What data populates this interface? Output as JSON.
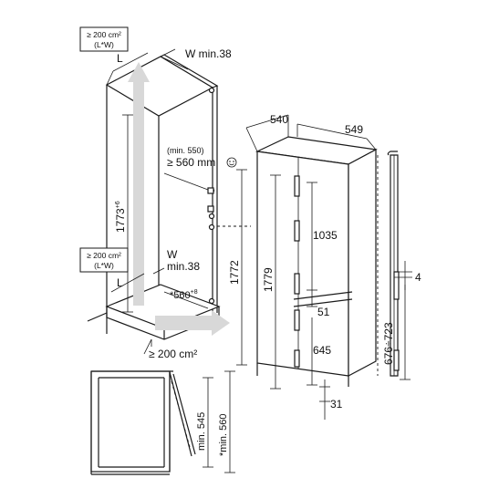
{
  "vent_top": {
    "line1": "≥ 200 cm²",
    "line2": "(L*W)"
  },
  "vent_mid": {
    "line1": "≥ 200 cm²",
    "line2": "(L*W)"
  },
  "vent_bottom": "≥ 200 cm²",
  "dim_L_top": "L",
  "dim_L_mid": "L",
  "dim_W_top": "W min.38",
  "dim_W_mid_1": "W",
  "dim_W_mid_2": "min.38",
  "dim_niche_height": "1773",
  "dim_niche_height_tol": "+6",
  "dim_depth_min_small": "(min. 550)",
  "dim_depth_min": "≥ 560 mm",
  "dim_niche_depth": "*560",
  "dim_niche_depth_tol": "+8",
  "dim_1772": "1772",
  "dim_540": "540",
  "dim_549": "549",
  "dim_1779": "1779",
  "dim_1035": "1035",
  "dim_51": "51",
  "dim_645": "645",
  "dim_31": "31",
  "dim_4": "4",
  "dim_door_range": "676÷723",
  "dim_min_545": "min. 545",
  "dim_min_560": "*min. 560"
}
